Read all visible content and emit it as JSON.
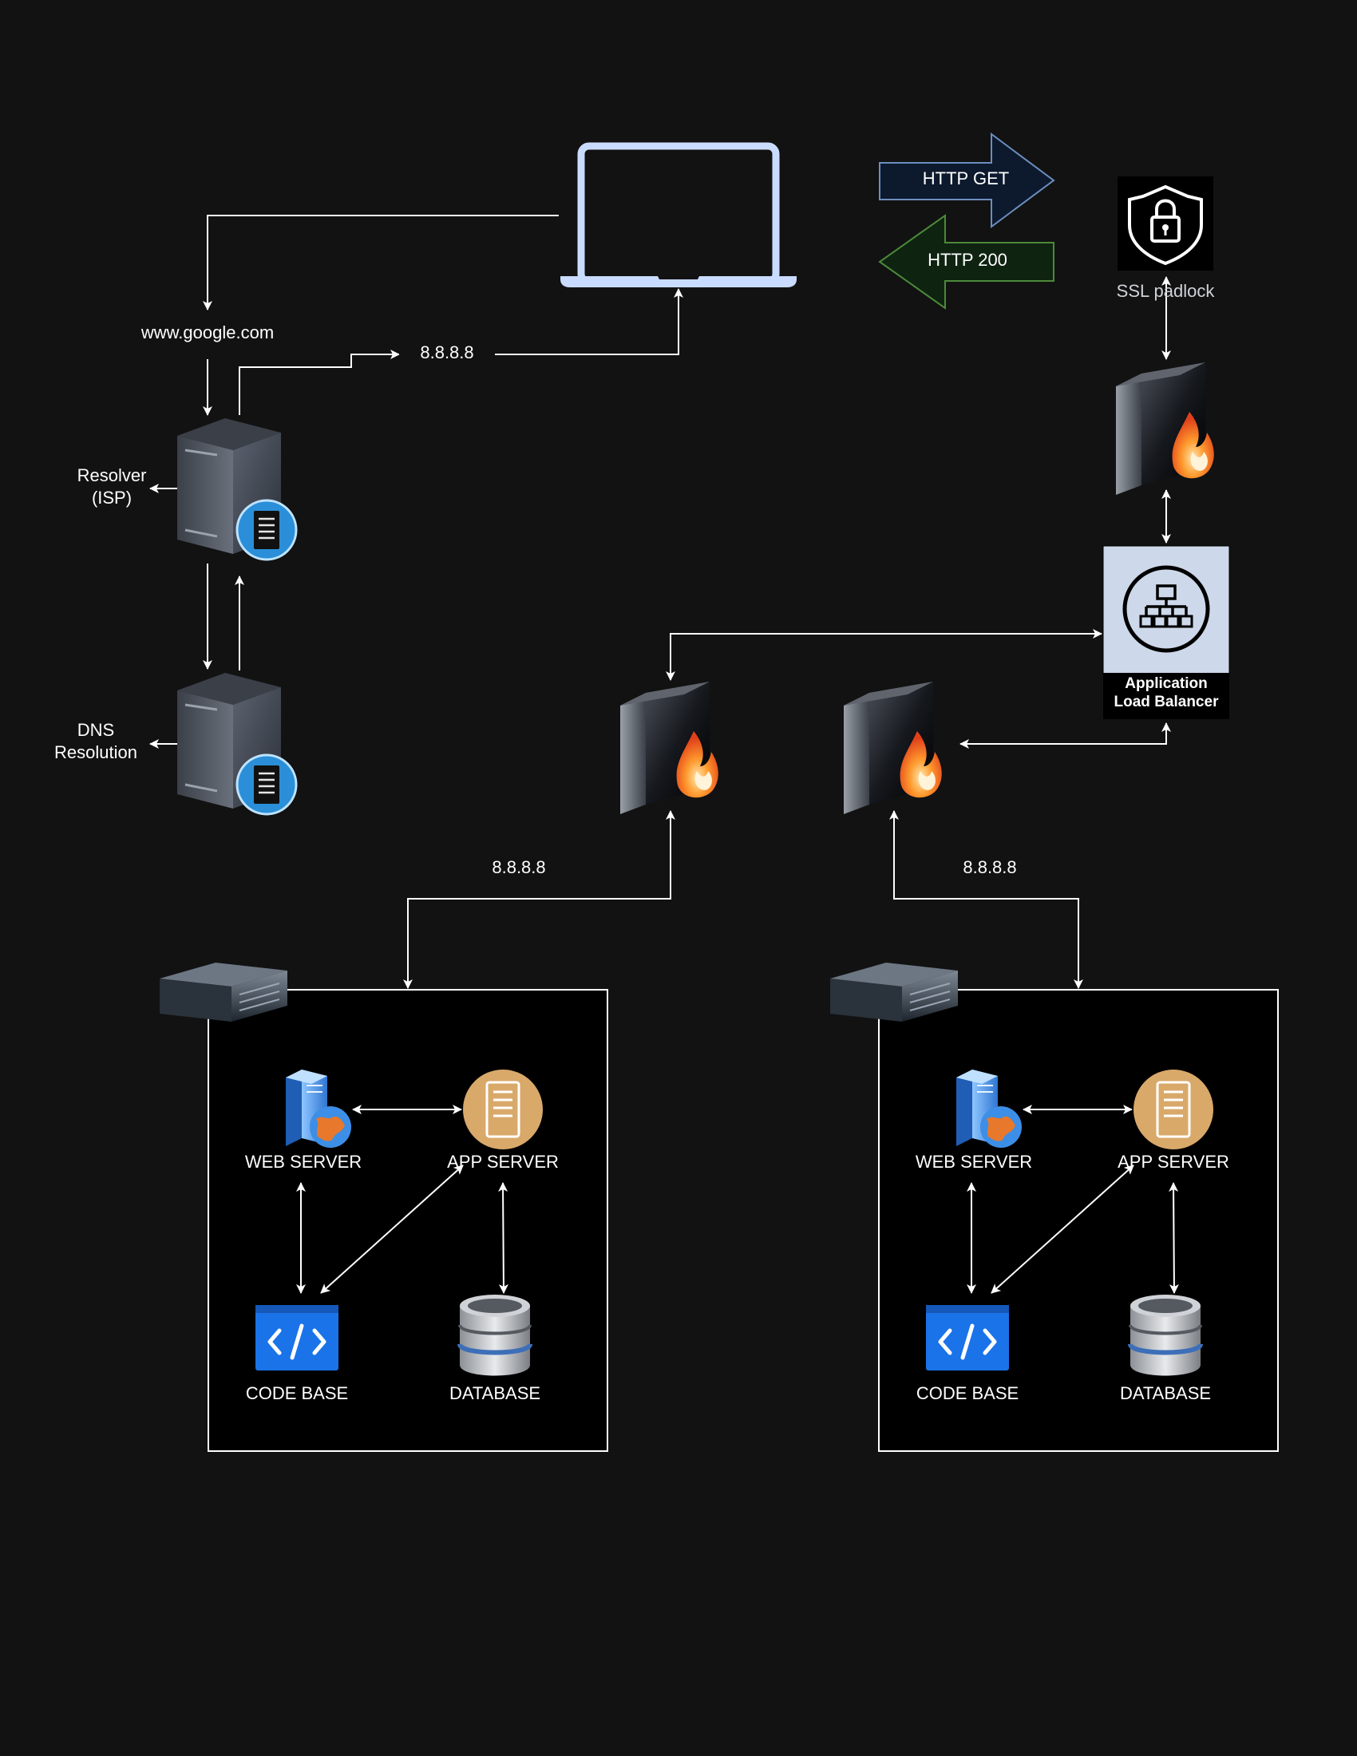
{
  "dns": {
    "domain_label": "www.google.com",
    "ip_top": "8.8.8.8",
    "resolver_label": [
      "Resolver",
      "(ISP)"
    ],
    "dns_label": [
      "DNS",
      "Resolution"
    ]
  },
  "http": {
    "get_label": "HTTP GET",
    "ok_label": "HTTP 200"
  },
  "ssl": {
    "label": "SSL padlock"
  },
  "load_balancer": {
    "label": [
      "Application",
      "Load Balancer"
    ]
  },
  "links": {
    "ip_left": "8.8.8.8",
    "ip_right": "8.8.8.8"
  },
  "clusters": [
    {
      "web_server": "WEB SERVER",
      "app_server": "APP SERVER",
      "code_base": "CODE BASE",
      "database": "DATABASE"
    },
    {
      "web_server": "WEB SERVER",
      "app_server": "APP SERVER",
      "code_base": "CODE BASE",
      "database": "DATABASE"
    }
  ],
  "colors": {
    "background": "#121212",
    "laptop": "#c9dcff",
    "get_arrow_fill": "#0d1a2d",
    "get_arrow_stroke": "#6c8ebf",
    "ok_arrow_fill": "#0f2311",
    "ok_arrow_stroke": "#4c8a3a",
    "codebase_blue": "#1a73e8",
    "app_server_tan": "#d9a96a",
    "alb_box": "#cdd8ea"
  },
  "icons": [
    "laptop-icon",
    "lock-shield-icon",
    "firewall-icon",
    "dns-server-icon",
    "load-balancer-icon",
    "rack-server-icon",
    "web-server-icon",
    "app-server-icon",
    "code-icon",
    "database-icon"
  ]
}
